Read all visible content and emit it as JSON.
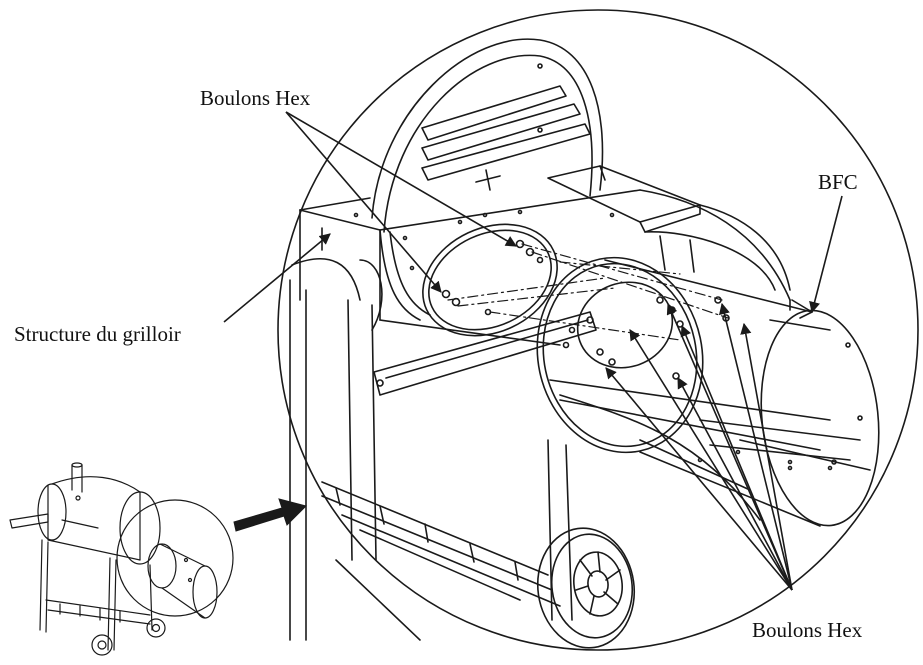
{
  "labels": {
    "hex_bolts_top": "Boulons Hex",
    "bfc": "BFC",
    "grill_structure": "Structure du grilloir",
    "hex_bolts_bottom": "Boulons Hex"
  },
  "colors": {
    "line": "#1a1a1a",
    "background": "#ffffff"
  }
}
